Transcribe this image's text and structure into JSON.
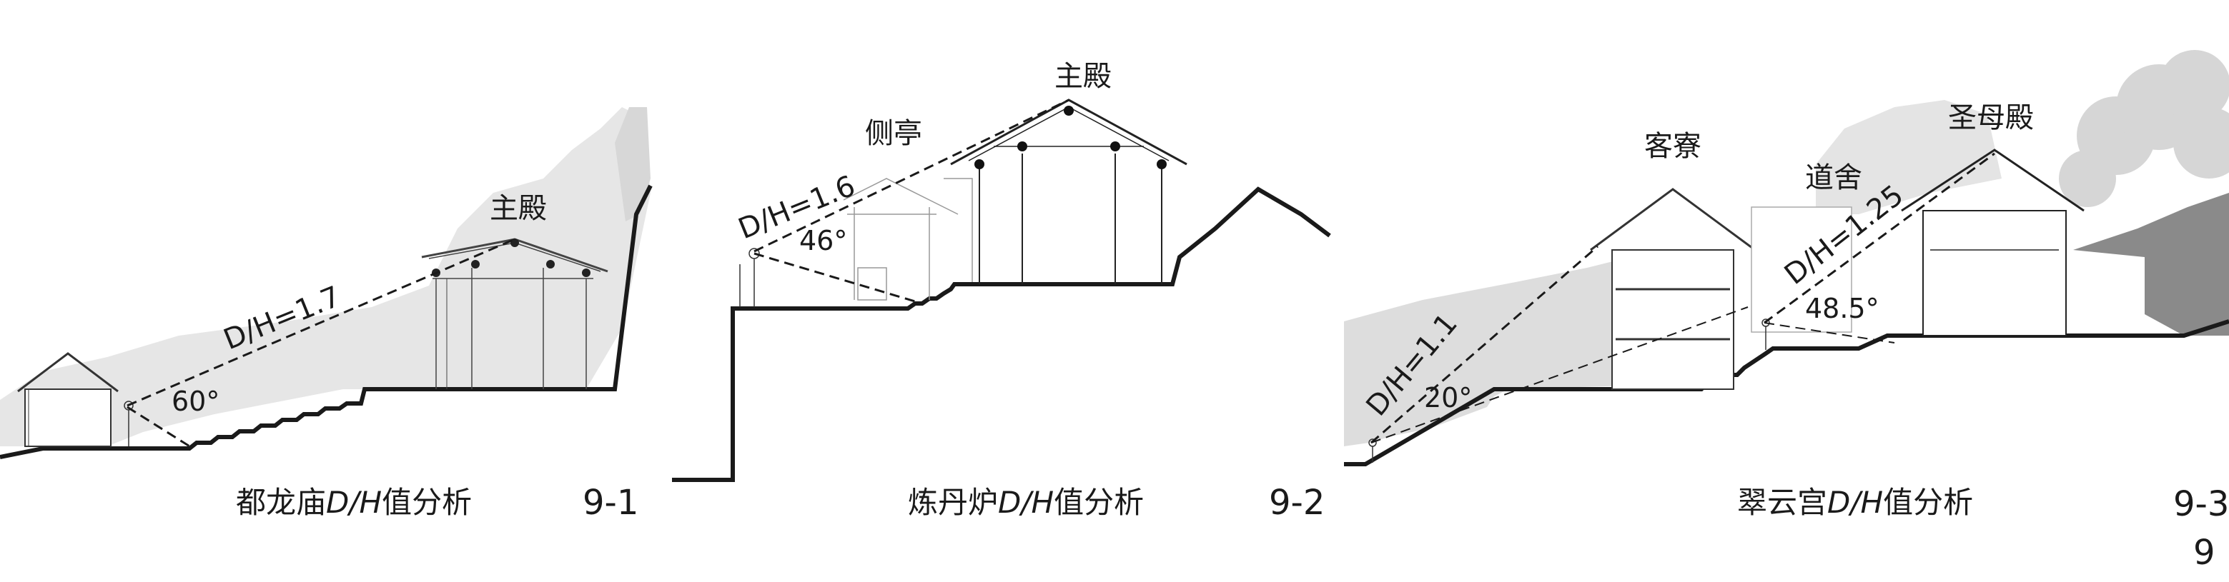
{
  "panels": [
    {
      "id": "9-1",
      "number": "9-1",
      "caption_prefix": "都龙庙",
      "caption_d": "D",
      "caption_sep": "/",
      "caption_h": "H",
      "caption_suffix": "值分析",
      "building_label": "主殿",
      "ratio_label": "D/H=1.7",
      "angle_label": "60°"
    },
    {
      "id": "9-2",
      "number": "9-2",
      "caption_prefix": "炼丹炉",
      "caption_d": "D",
      "caption_sep": "/",
      "caption_h": "H",
      "caption_suffix": "值分析",
      "building_label": "主殿",
      "side_label": "侧亭",
      "ratio_label": "D/H=1.6",
      "angle_label": "46°"
    },
    {
      "id": "9-3",
      "number": "9-3",
      "caption_prefix": "翠云宫",
      "caption_d": "D",
      "caption_sep": "/",
      "caption_h": "H",
      "caption_suffix": "值分析",
      "labels": {
        "guest": "客寮",
        "dao": "道舍",
        "main": "圣母殿"
      },
      "ratio_labels": {
        "left": "D/H=1.1",
        "right": "D/H=1.25"
      },
      "angle_labels": {
        "left": "20°",
        "right": "48.5°"
      }
    }
  ],
  "page_number": "9"
}
